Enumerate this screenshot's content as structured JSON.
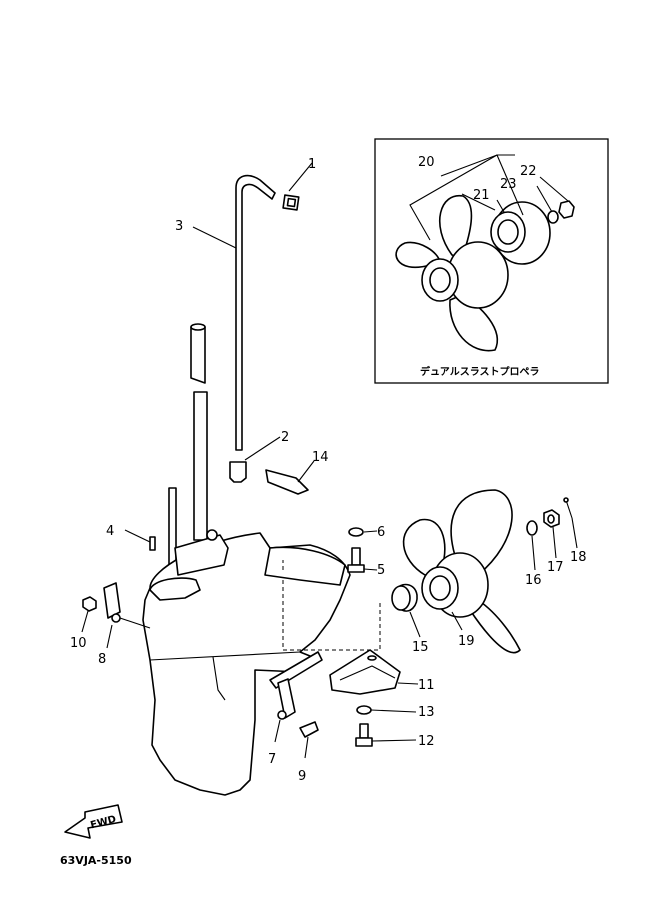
{
  "diagram": {
    "callouts": [
      "1",
      "2",
      "3",
      "4",
      "5",
      "6",
      "7",
      "8",
      "9",
      "10",
      "11",
      "12",
      "13",
      "14",
      "15",
      "16",
      "17",
      "18",
      "19",
      "20",
      "21",
      "22",
      "23"
    ],
    "inset_caption": "デュアルスラストプロペラ",
    "fwd_label": "FWD",
    "diagram_code": "63VJA-5150"
  }
}
